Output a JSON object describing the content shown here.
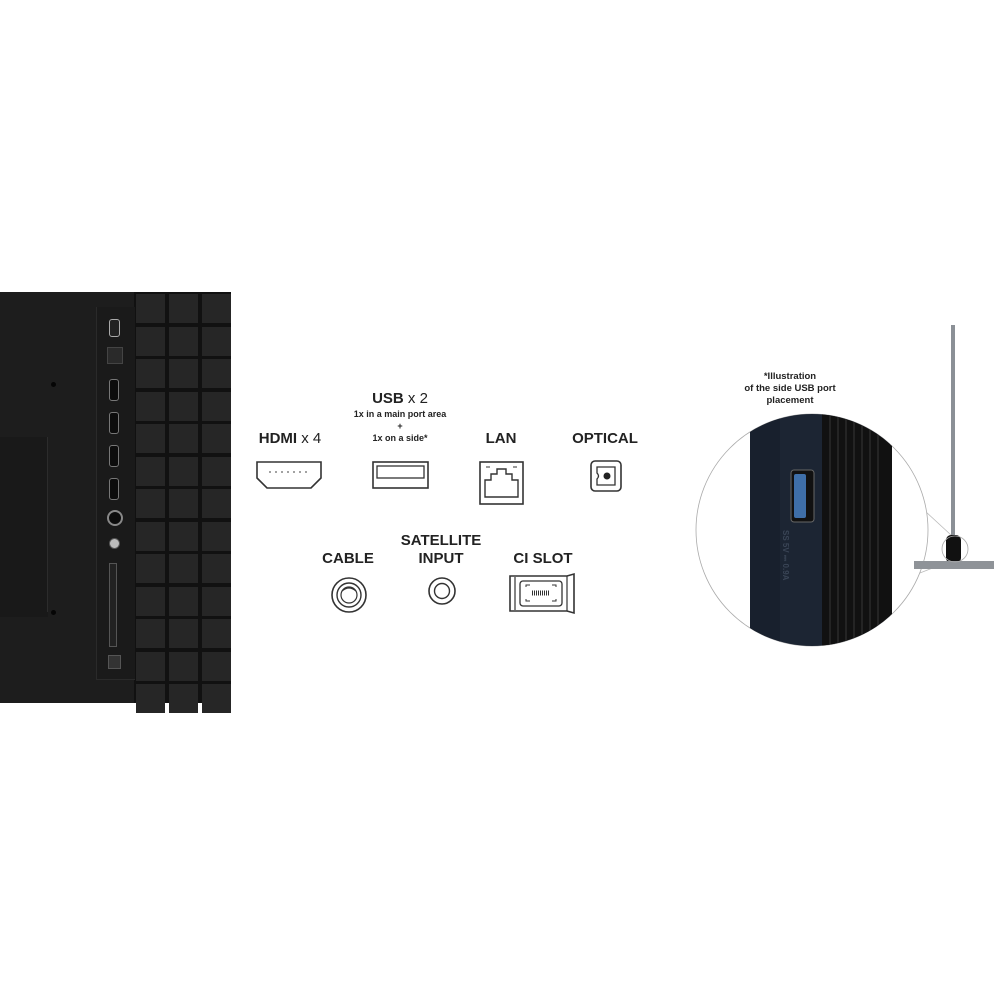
{
  "ports": {
    "hdmi": {
      "label": "HDMI",
      "count": "x 4",
      "icon": "hdmi-port-icon"
    },
    "usb": {
      "label": "USB",
      "count": "x 2",
      "note_line1": "1x in a main port area",
      "note_plus": "+",
      "note_line2": "1x on a side*",
      "icon": "usb-port-icon"
    },
    "lan": {
      "label": "LAN",
      "icon": "lan-port-icon"
    },
    "optical": {
      "label": "OPTICAL",
      "icon": "optical-port-icon"
    },
    "cable": {
      "label": "CABLE",
      "icon": "cable-port-icon"
    },
    "satellite": {
      "label_line1": "SATELLITE",
      "label_line2": "INPUT",
      "icon": "satellite-port-icon"
    },
    "ci_slot": {
      "label": "CI SLOT",
      "icon": "ci-slot-icon"
    }
  },
  "side_usb": {
    "caption_line1": "*Illustration",
    "caption_line2": "of the side USB port",
    "caption_line3": "placement",
    "port_marking_logo": "SS",
    "port_marking_rating": "5V ⎓ 0.9A"
  },
  "colors": {
    "panel": "#1d1d1d",
    "usb_blue": "#3f6fa8",
    "stand": "#8b9096"
  }
}
